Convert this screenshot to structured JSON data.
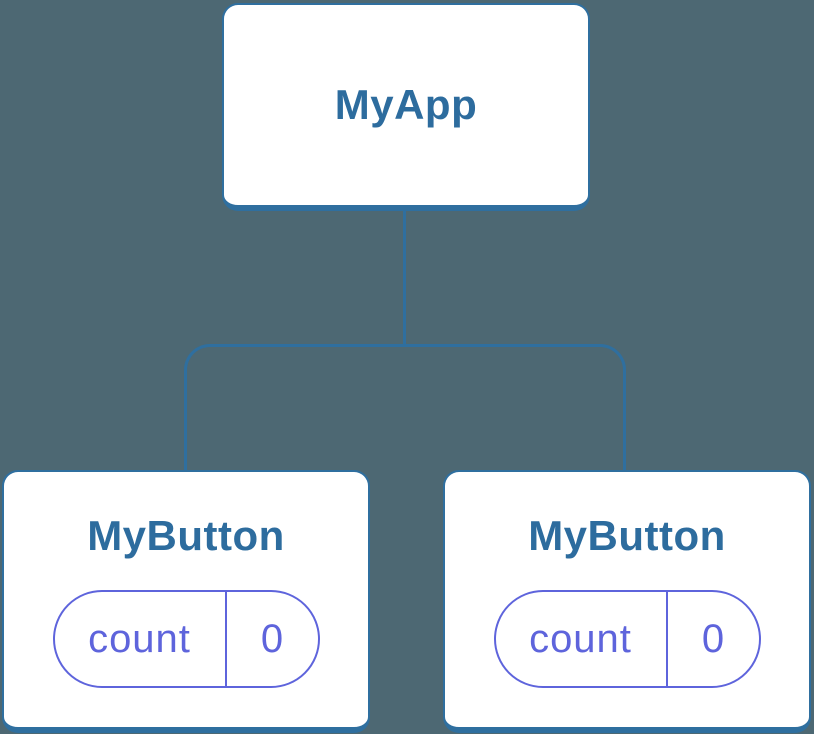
{
  "diagram": {
    "type": "component-tree",
    "colors": {
      "background": "#4d6873",
      "node_fill": "#ffffff",
      "node_border": "#2f6f9f",
      "node_label_text": "#2d6c9e",
      "connector_line": "#2f6f9f",
      "state_pill": "#5e64dc"
    },
    "tree": {
      "root": {
        "label": "MyApp"
      },
      "children": [
        {
          "label": "MyButton",
          "state": {
            "key": "count",
            "value": "0"
          }
        },
        {
          "label": "MyButton",
          "state": {
            "key": "count",
            "value": "0"
          }
        }
      ]
    }
  }
}
